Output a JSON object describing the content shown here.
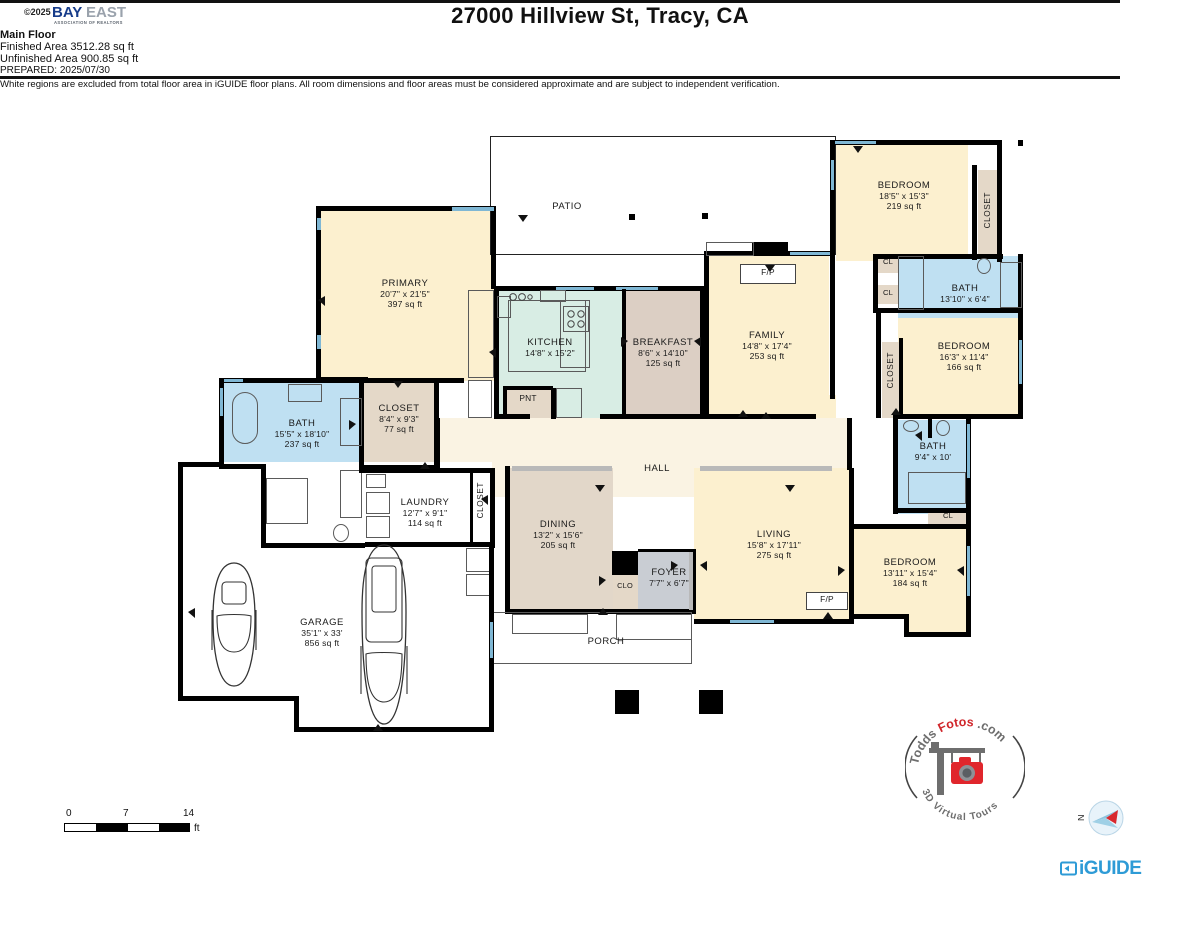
{
  "header": {
    "mls_logo": "bay-east-association-of-realtors",
    "mls_copyright": "©2025",
    "mls_name_1": "BAY",
    "mls_name_2": "EAST",
    "mls_subtitle": "ASSOCIATION OF REALTORS",
    "title": "27000 Hillview St, Tracy, CA",
    "floor_label": "Main Floor",
    "finished_area": "Finished Area 3512.28 sq ft",
    "unfinished_area": "Unfinished Area 900.85 sq ft"
  },
  "footer": {
    "prepared": "PREPARED: 2025/07/30",
    "disclaimer": "White regions are excluded from total floor area in iGUIDE floor plans. All room dimensions and floor areas must be considered approximate and are subject to independent verification.",
    "brand": "iGUIDE",
    "brand_color": "#2E9BD6",
    "scale": {
      "ticks": [
        "0",
        "7",
        "14"
      ],
      "unit": "ft"
    },
    "compass_label": "N",
    "photographer": {
      "top_text": "ToddsFotos.com",
      "bottom_text": "3D Virtual Tours"
    }
  },
  "palette": {
    "bedroom": "#FCF0CF",
    "bath": "#BFE0F2",
    "kitchen": "#D8EDE4",
    "closet": "#E4D8C8",
    "dining": "#E2D7C9",
    "breakfast": "#DCCFC4",
    "hall": "#FAF3E3",
    "foyer": "#C9CDD3",
    "wall": "#000000",
    "window": "#7FB7D4",
    "white_excluded": "#FFFFFF"
  },
  "floorplan": {
    "rooms": [
      {
        "id": "patio",
        "name": "PATIO",
        "dims": "",
        "area": "",
        "fill": "white"
      },
      {
        "id": "primary",
        "name": "PRIMARY",
        "dims": "20'7\" x 21'5\"",
        "area": "397 sq ft",
        "fill": "bedroom"
      },
      {
        "id": "kitchen",
        "name": "KITCHEN",
        "dims": "14'8\" x 15'2\"",
        "area": "",
        "fill": "kitchen"
      },
      {
        "id": "breakfast",
        "name": "BREAKFAST",
        "dims": "8'6\" x 14'10\"",
        "area": "125 sq ft",
        "fill": "breakfast"
      },
      {
        "id": "family",
        "name": "FAMILY",
        "dims": "14'8\" x 17'4\"",
        "area": "253 sq ft",
        "fill": "bedroom"
      },
      {
        "id": "bedroom1",
        "name": "BEDROOM",
        "dims": "18'5\" x 15'3\"",
        "area": "219 sq ft",
        "fill": "bedroom"
      },
      {
        "id": "bath1",
        "name": "BATH",
        "dims": "13'10\" x 6'4\"",
        "area": "",
        "fill": "bath"
      },
      {
        "id": "bedroom2",
        "name": "BEDROOM",
        "dims": "16'3\" x 11'4\"",
        "area": "166 sq ft",
        "fill": "bedroom"
      },
      {
        "id": "bath2",
        "name": "BATH",
        "dims": "9'4\" x 10'",
        "area": "",
        "fill": "bath"
      },
      {
        "id": "bedroom3",
        "name": "BEDROOM",
        "dims": "13'11\" x 15'4\"",
        "area": "184 sq ft",
        "fill": "bedroom"
      },
      {
        "id": "mbath",
        "name": "BATH",
        "dims": "15'5\" x 18'10\"",
        "area": "237 sq ft",
        "fill": "bath"
      },
      {
        "id": "mcloset",
        "name": "CLOSET",
        "dims": "8'4\" x 9'3\"",
        "area": "77 sq ft",
        "fill": "closet"
      },
      {
        "id": "laundry",
        "name": "LAUNDRY",
        "dims": "12'7\" x 9'1\"",
        "area": "114 sq ft",
        "fill": "closet"
      },
      {
        "id": "dining",
        "name": "DINING",
        "dims": "13'2\" x 15'6\"",
        "area": "205 sq ft",
        "fill": "dining"
      },
      {
        "id": "living",
        "name": "LIVING",
        "dims": "15'8\" x 17'11\"",
        "area": "275 sq ft",
        "fill": "bedroom"
      },
      {
        "id": "foyer",
        "name": "FOYER",
        "dims": "7'7\" x 6'7\"",
        "area": "",
        "fill": "foyer"
      },
      {
        "id": "garage",
        "name": "GARAGE",
        "dims": "35'1\" x 33'",
        "area": "856 sq ft",
        "fill": "white"
      },
      {
        "id": "hall",
        "name": "HALL",
        "dims": "",
        "area": "",
        "fill": "hall"
      },
      {
        "id": "porch",
        "name": "PORCH",
        "dims": "",
        "area": "",
        "fill": "white"
      }
    ],
    "small_labels": [
      {
        "id": "pnt",
        "text": "PNT"
      },
      {
        "id": "clo",
        "text": "CLO"
      },
      {
        "id": "cl_a",
        "text": "CL"
      },
      {
        "id": "cl_b",
        "text": "CL"
      },
      {
        "id": "cl_c",
        "text": "CL"
      },
      {
        "id": "fp_family",
        "text": "F/P"
      },
      {
        "id": "fp_living",
        "text": "F/P"
      }
    ],
    "vertical_labels": [
      {
        "id": "closet_br1",
        "text": "CLOSET"
      },
      {
        "id": "closet_br2",
        "text": "CLOSET"
      },
      {
        "id": "closet_laundry",
        "text": "CLOSET"
      }
    ]
  }
}
